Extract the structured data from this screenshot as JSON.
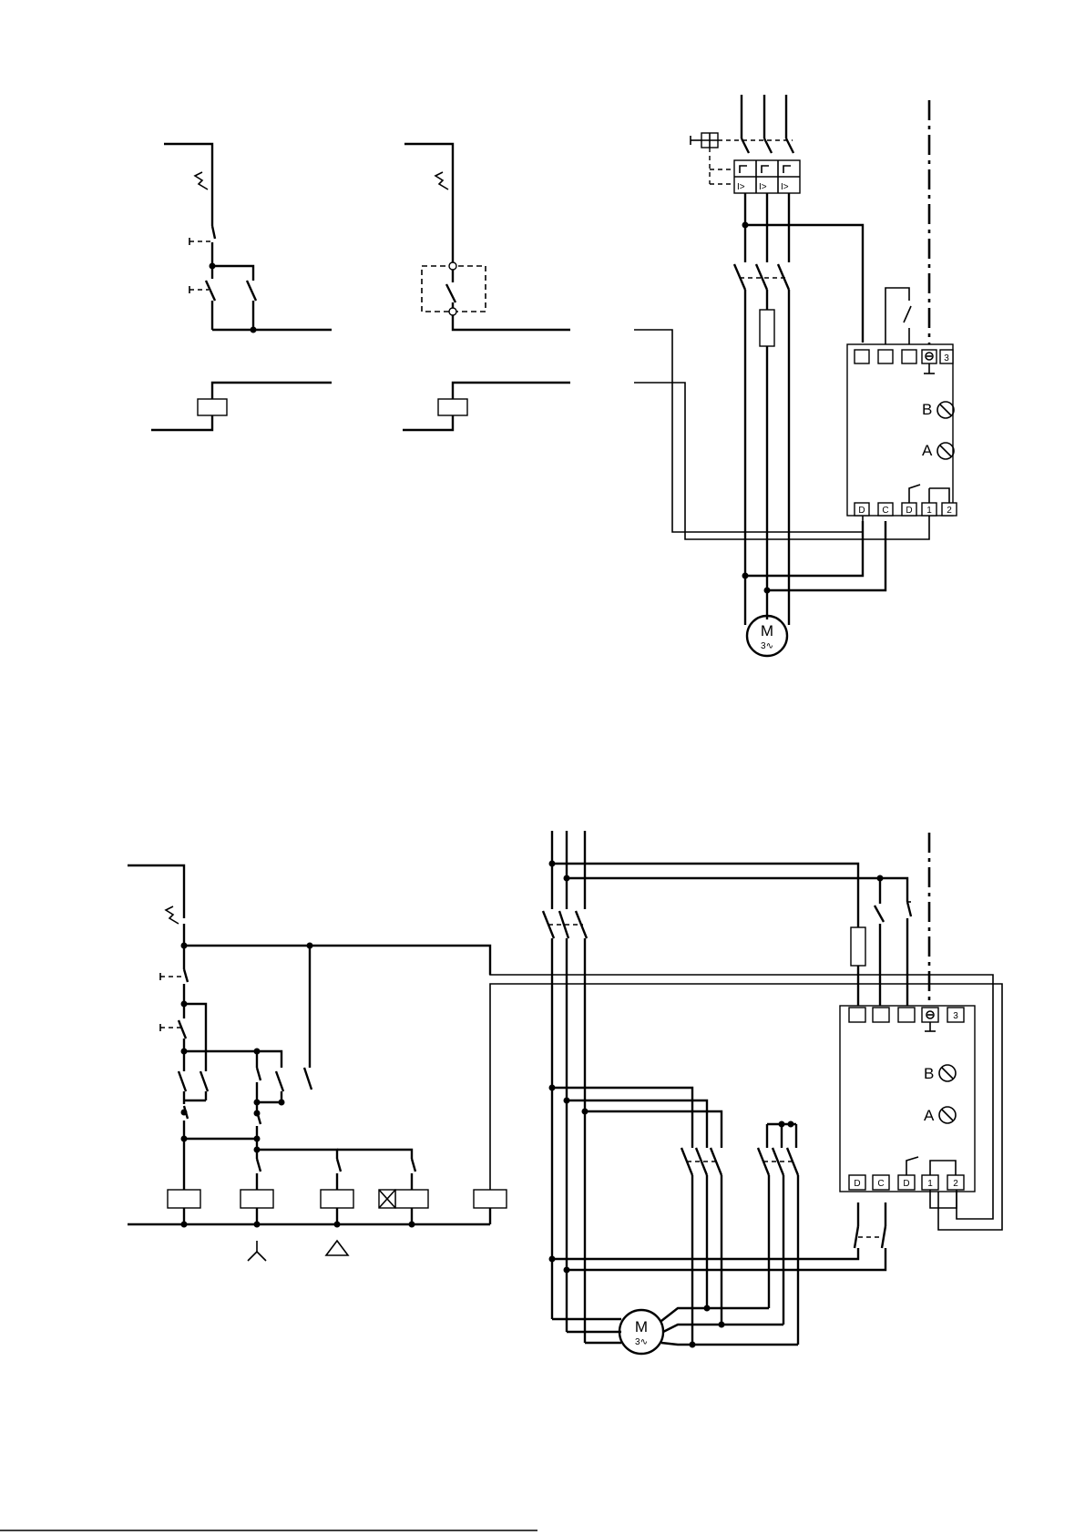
{
  "diagram_1": {
    "controller_terminals_top": [
      "3"
    ],
    "controller_terminals_bottom": [
      "D",
      "C",
      "D",
      "1",
      "2"
    ],
    "pot_b_label": "B",
    "pot_a_label": "A",
    "motor_label": "M",
    "motor_sub": "3∿"
  },
  "diagram_2": {
    "controller_terminals_top": [
      "3"
    ],
    "controller_terminals_bottom": [
      "D",
      "C",
      "D",
      "1",
      "2"
    ],
    "pot_b_label": "B",
    "pot_a_label": "A",
    "motor_label": "M",
    "motor_sub": "3∿"
  }
}
